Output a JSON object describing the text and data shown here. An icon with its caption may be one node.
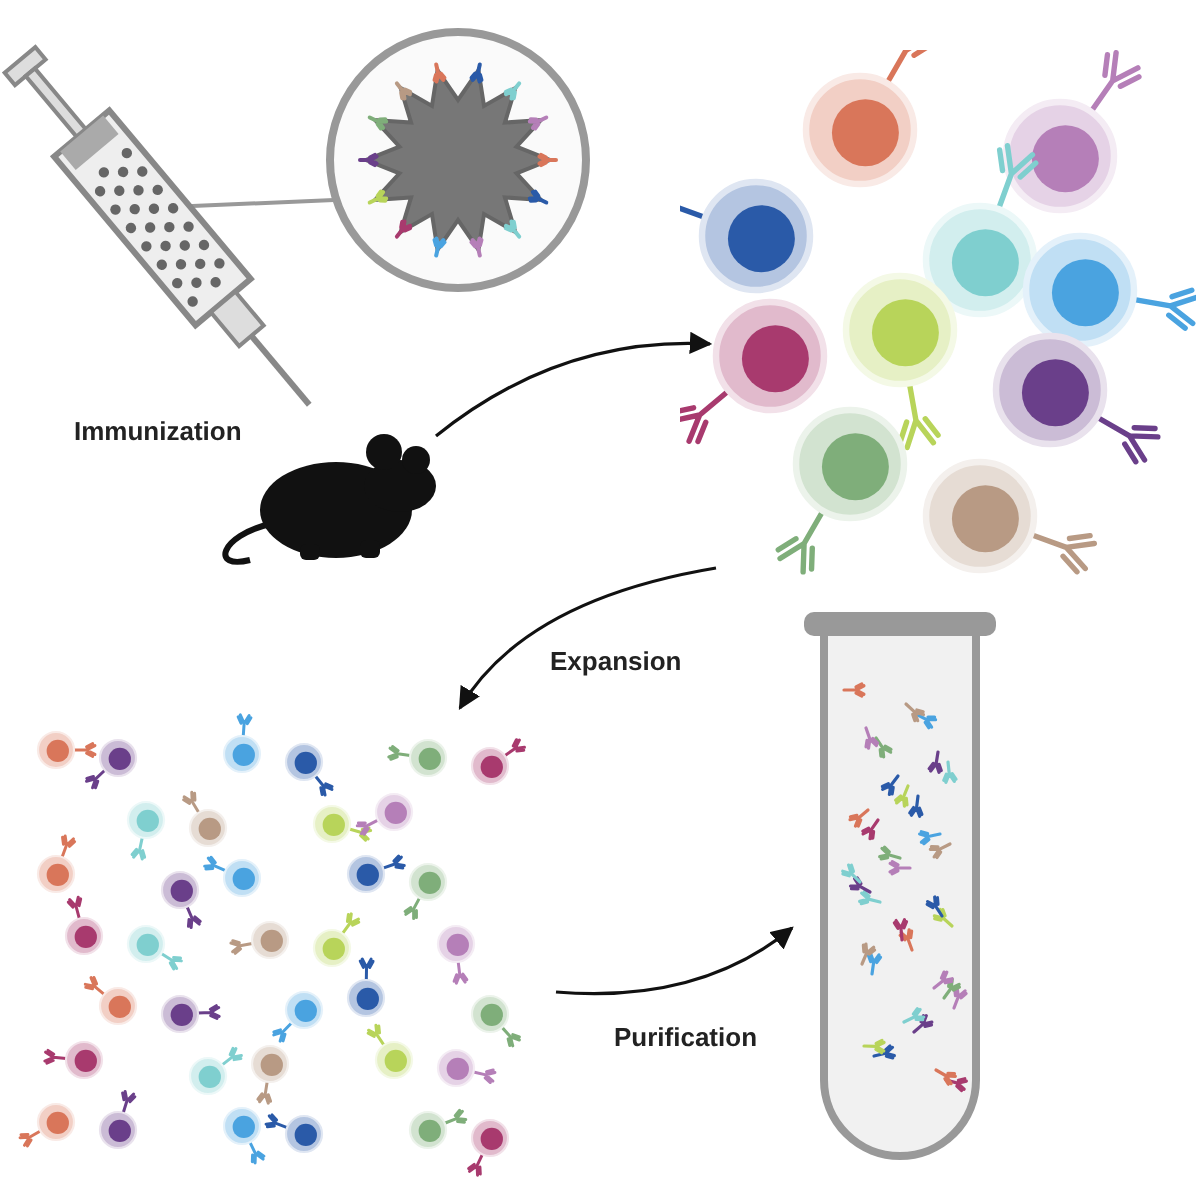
{
  "diagram": {
    "nodes": [
      {
        "text": [],
        "shape": "picture"
      },
      {
        "text": [],
        "shape": "picture"
      },
      {
        "text": [],
        "shape": "picture",
        "beside": [
          "Immunization"
        ]
      },
      {
        "text": [],
        "shape": "picture"
      },
      {
        "text": [],
        "shape": "picture"
      },
      {
        "text": [],
        "shape": "picture"
      }
    ],
    "edges": [
      {
        "from": 1,
        "to": 0,
        "arrow": "none",
        "color": "#999999"
      },
      {
        "from": 2,
        "to": 3,
        "arrow": "to"
      },
      {
        "from": 3,
        "to": 4,
        "arrow": "to",
        "label": "Expansion"
      },
      {
        "from": 4,
        "to": 5,
        "arrow": "to",
        "label": "Purification"
      }
    ]
  }
}
